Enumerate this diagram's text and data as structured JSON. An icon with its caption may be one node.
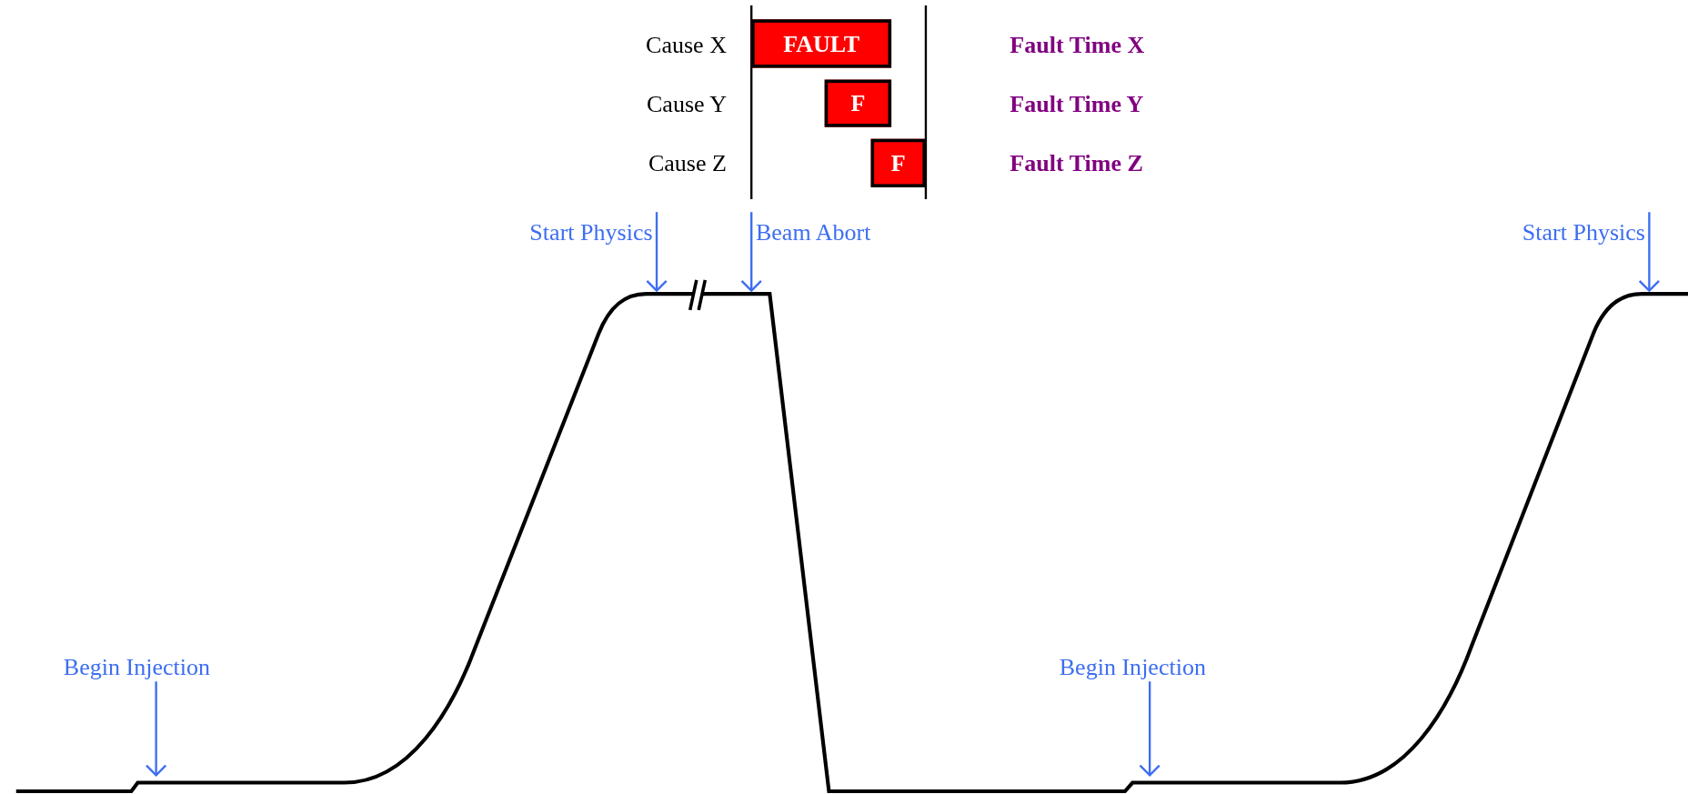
{
  "diagram": {
    "nodes": [
      {
        "text": [
          "FAULT"
        ]
      },
      {
        "text": [
          "F"
        ]
      },
      {
        "text": [
          "F"
        ]
      },
      {
        "text": [
          "Start Physics"
        ]
      },
      {
        "text": [
          "Beam Abort"
        ]
      },
      {
        "text": [
          "Start Physics"
        ]
      },
      {
        "text": [
          "Begin Injection"
        ]
      },
      {
        "text": [
          "Begin Injection"
        ]
      }
    ],
    "edges": [
      {
        "from": 3,
        "to": null,
        "arrow": "to"
      },
      {
        "from": 4,
        "to": null,
        "arrow": "to"
      },
      {
        "from": 5,
        "to": null,
        "arrow": "to"
      },
      {
        "from": 6,
        "to": null,
        "arrow": "to"
      },
      {
        "from": 7,
        "to": null,
        "arrow": "to"
      }
    ],
    "labels": [
      "Cause X",
      "Fault Time X",
      "Cause Y",
      "Fault Time Y",
      "Cause Z",
      "Fault Time Z"
    ]
  }
}
